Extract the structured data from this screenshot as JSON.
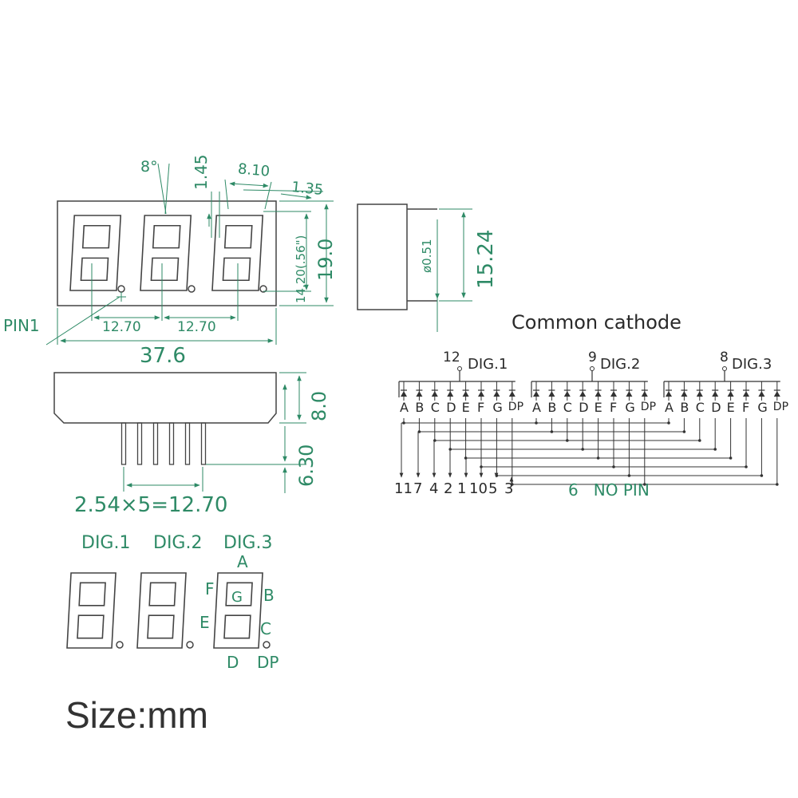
{
  "front_view": {
    "dim_angle": "8°",
    "dim_seg_width": "1.45",
    "dim_digit_width": "8.10",
    "dim_dp_offset": "1.35",
    "dim_char_height": "14.20(.56\")",
    "dim_height": "19.0",
    "dim_pitch_1": "12.70",
    "dim_pitch_2": "12.70",
    "dim_total_width": "37.6",
    "pin1_label": "PIN1"
  },
  "side_view": {
    "dim_pin_dia": "ø0.51",
    "dim_pin_span": "15.24"
  },
  "bottom_view": {
    "dim_body_height": "8.0",
    "dim_pin_length": "6.30",
    "dim_pin_pitch": "2.54×5=12.70"
  },
  "segment_legend": {
    "digit_labels": [
      "DIG.1",
      "DIG.2",
      "DIG.3"
    ],
    "segments": {
      "a": "A",
      "b": "B",
      "c": "C",
      "d": "D",
      "e": "E",
      "f": "F",
      "g": "G",
      "dp": "DP"
    }
  },
  "schematic": {
    "title": "Common cathode",
    "groups": [
      {
        "pin": "12",
        "digit": "DIG.1"
      },
      {
        "pin": "9",
        "digit": "DIG.2"
      },
      {
        "pin": "8",
        "digit": "DIG.3"
      }
    ],
    "segment_letters": [
      "A",
      "B",
      "C",
      "D",
      "E",
      "F",
      "G",
      "DP"
    ],
    "pin_numbers": [
      "11",
      "7",
      "4",
      "2",
      "1",
      "10",
      "5",
      "3"
    ],
    "no_pin_note": "6   NO PIN"
  },
  "footer": {
    "size_note": "Size:mm"
  },
  "colors": {
    "outline": "#444444",
    "dimension": "#2e8a66",
    "schematic": "#333333"
  }
}
